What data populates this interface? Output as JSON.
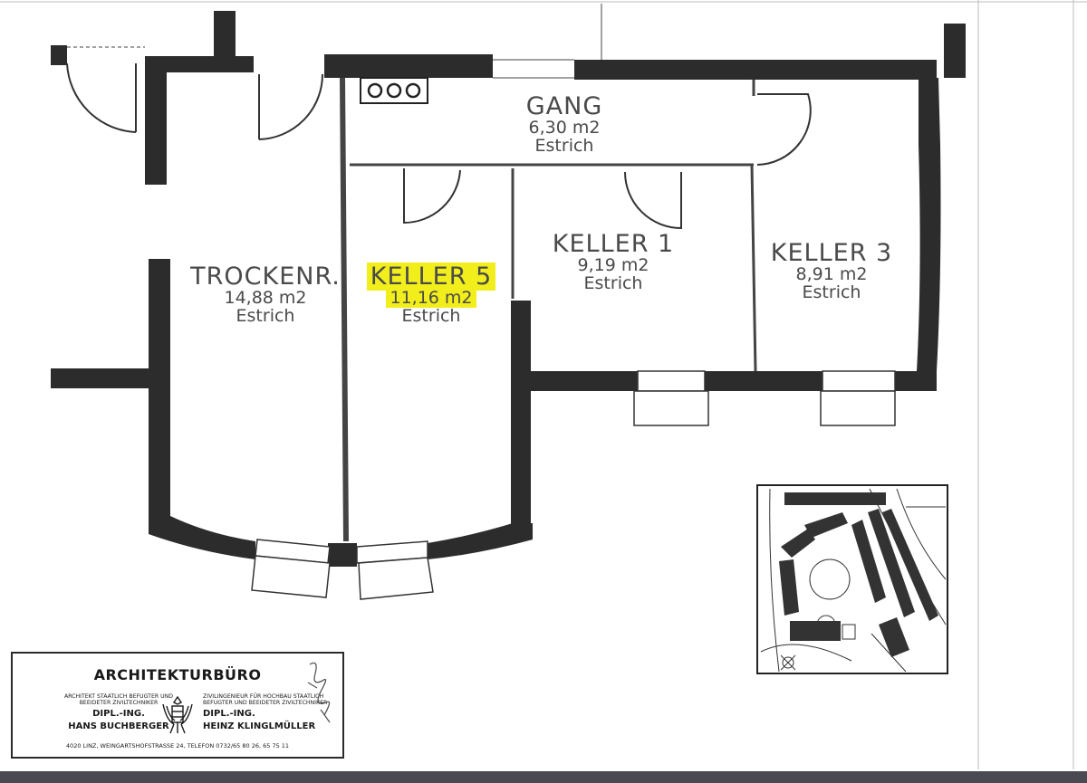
{
  "rooms": {
    "gang": {
      "name": "GANG",
      "area": "6,30 m2",
      "floor": "Estrich"
    },
    "trockenraum": {
      "name": "TROCKENR.",
      "area": "14,88 m2",
      "floor": "Estrich"
    },
    "keller5": {
      "name": "KELLER 5",
      "area": "11,16 m2",
      "floor": "Estrich",
      "highlight": "#f2ee1c"
    },
    "keller1": {
      "name": "KELLER 1",
      "area": "9,19 m2",
      "floor": "Estrich"
    },
    "keller3": {
      "name": "KELLER 3",
      "area": "8,91 m2",
      "floor": "Estrich"
    }
  },
  "stamp": {
    "office": "ARCHITEKTURBÜRO",
    "left_title": "ARCHITEKT STAATLICH BEFUGTER UND BEEIDETER ZIVILTECHNIKER",
    "left_degree": "DIPL.-ING.",
    "left_name": "HANS BUCHBERGER",
    "right_title": "ZIVILINGENIEUR FÜR HOCHBAU STAATLICH BEFUGTER UND BEEIDETER ZIVILTECHNIKER",
    "right_degree": "DIPL.-ING.",
    "right_name": "HEINZ KLINGLMÜLLER",
    "address": "4020 LINZ, WEINGARTSHOFSTRASSE 24, TELEFON 0732/65 80 26, 65 75 11"
  },
  "colors": {
    "wall": "#2c2c2c",
    "line": "#555555",
    "text": "#4a4a4a"
  }
}
